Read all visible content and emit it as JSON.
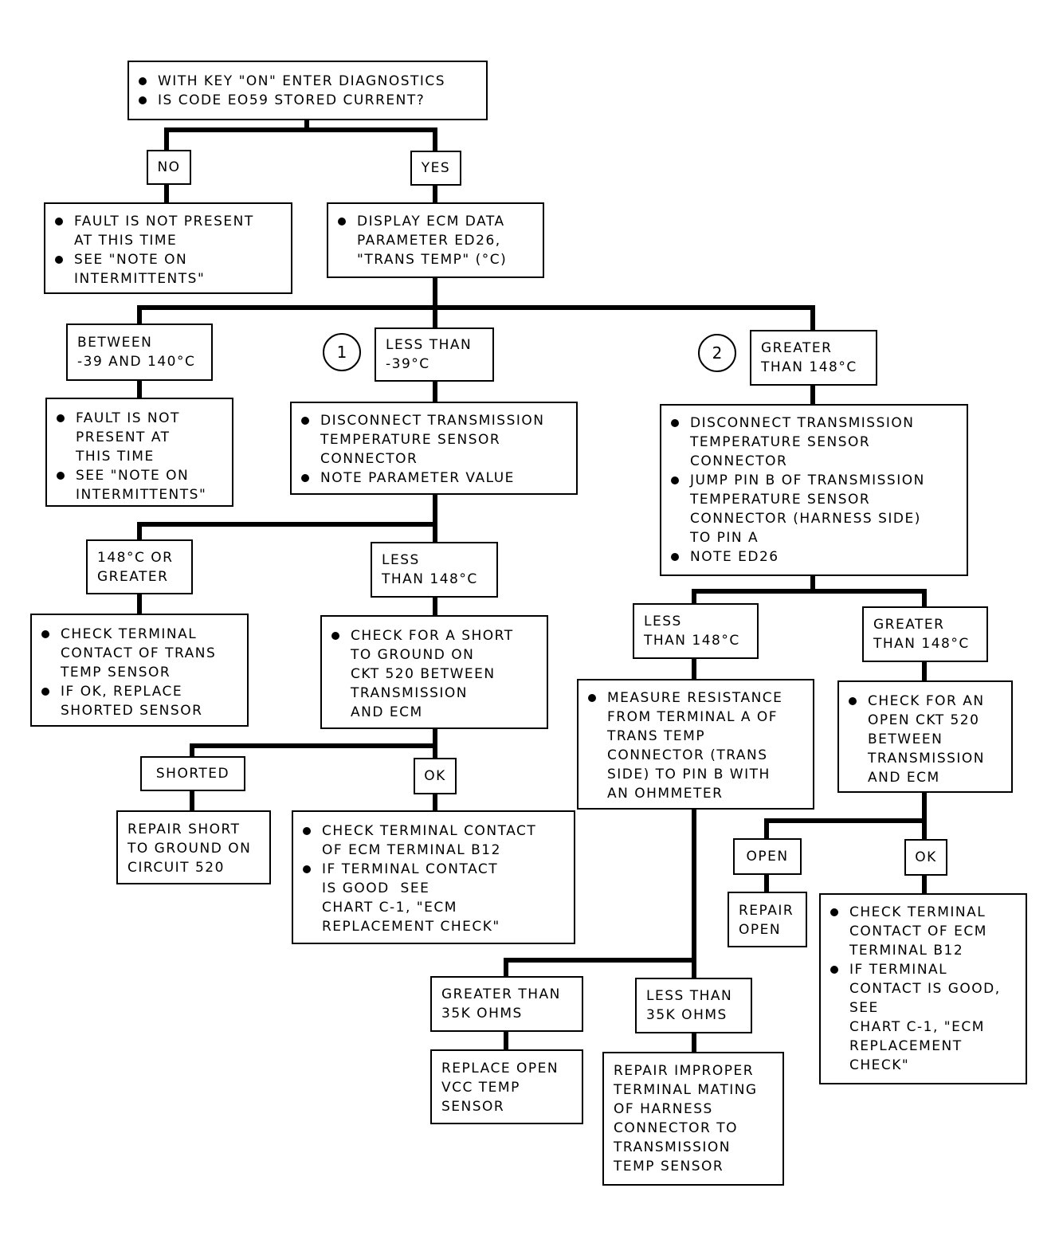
{
  "start": {
    "bullets": [
      [
        "WITH KEY \"ON\" ENTER DIAGNOSTICS"
      ],
      [
        "IS CODE EO59 STORED CURRENT?"
      ]
    ]
  },
  "labels": {
    "no": "NO",
    "yes": "YES",
    "between": [
      "BETWEEN",
      "-39 AND 140°C"
    ],
    "less_39": [
      "LESS THAN",
      "-39°C"
    ],
    "greater_148_top": [
      "GREATER",
      "THAN 148°C"
    ],
    "c148_or_greater": [
      "148°C OR",
      "GREATER"
    ],
    "less_148_left": [
      "LESS",
      "THAN 148°C"
    ],
    "less_148_right": [
      "LESS",
      "THAN 148°C"
    ],
    "greater_148_right": [
      "GREATER",
      "THAN 148°C"
    ],
    "shorted": "SHORTED",
    "ok_left": "OK",
    "open": "OPEN",
    "ok_right": "OK",
    "greater_35k": [
      "GREATER THAN",
      "35K OHMS"
    ],
    "less_35k": [
      "LESS THAN",
      "35K OHMS"
    ]
  },
  "circles": {
    "one": "1",
    "two": "2"
  },
  "boxes": {
    "fault_no": {
      "bullets": [
        [
          "FAULT IS NOT PRESENT",
          "AT THIS TIME"
        ],
        [
          "SEE \"NOTE ON",
          "INTERMITTENTS\""
        ]
      ]
    },
    "display_ecm": {
      "bullets": [
        [
          "DISPLAY ECM DATA",
          "PARAMETER ED26,",
          "\"TRANS TEMP\" (°C)"
        ]
      ]
    },
    "fault_between": {
      "bullets": [
        [
          "FAULT IS NOT",
          "PRESENT AT",
          "THIS TIME"
        ],
        [
          "SEE \"NOTE ON",
          "INTERMITTENTS\""
        ]
      ]
    },
    "disconnect_left": {
      "bullets": [
        [
          "DISCONNECT TRANSMISSION",
          "TEMPERATURE SENSOR",
          "CONNECTOR"
        ],
        [
          "NOTE PARAMETER VALUE"
        ]
      ]
    },
    "disconnect_right": {
      "bullets": [
        [
          "DISCONNECT TRANSMISSION",
          "TEMPERATURE SENSOR",
          "CONNECTOR"
        ],
        [
          "JUMP PIN B OF TRANSMISSION",
          "TEMPERATURE SENSOR",
          "CONNECTOR (HARNESS SIDE)",
          "TO PIN A"
        ],
        [
          "NOTE ED26"
        ]
      ]
    },
    "check_terminal_sensor": {
      "bullets": [
        [
          "CHECK TERMINAL",
          "CONTACT OF TRANS",
          "TEMP SENSOR"
        ],
        [
          "IF OK, REPLACE",
          "SHORTED SENSOR"
        ]
      ]
    },
    "check_short": {
      "bullets": [
        [
          "CHECK FOR A SHORT",
          "TO GROUND ON",
          "CKT 520 BETWEEN",
          "TRANSMISSION",
          "AND ECM"
        ]
      ]
    },
    "measure_resistance": {
      "bullets": [
        [
          "MEASURE RESISTANCE",
          "FROM TERMINAL A OF",
          "TRANS TEMP",
          "CONNECTOR (TRANS",
          "SIDE) TO PIN B WITH",
          "AN OHMMETER"
        ]
      ]
    },
    "check_open": {
      "bullets": [
        [
          "CHECK FOR AN",
          "OPEN CKT 520",
          "BETWEEN",
          "TRANSMISSION",
          "AND ECM"
        ]
      ]
    },
    "repair_short": {
      "lines": [
        "REPAIR SHORT",
        "TO GROUND ON",
        "CIRCUIT 520"
      ]
    },
    "check_ecm_left": {
      "bullets": [
        [
          "CHECK TERMINAL CONTACT",
          "OF ECM TERMINAL B12"
        ],
        [
          "IF TERMINAL CONTACT",
          "IS GOOD  SEE",
          "CHART C-1, \"ECM",
          "REPLACEMENT CHECK\""
        ]
      ]
    },
    "repair_open": {
      "lines": [
        "REPAIR",
        "OPEN"
      ]
    },
    "check_ecm_right": {
      "bullets": [
        [
          "CHECK TERMINAL",
          "CONTACT OF ECM",
          "TERMINAL B12"
        ],
        [
          "IF TERMINAL",
          "CONTACT IS GOOD,",
          "SEE",
          "CHART C-1, \"ECM",
          "REPLACEMENT",
          "CHECK\""
        ]
      ]
    },
    "replace_open": {
      "lines": [
        "REPLACE OPEN",
        "VCC TEMP",
        "SENSOR"
      ]
    },
    "repair_improper": {
      "lines": [
        "REPAIR IMPROPER",
        "TERMINAL MATING",
        "OF HARNESS",
        "CONNECTOR TO",
        "TRANSMISSION",
        "TEMP SENSOR"
      ]
    }
  }
}
